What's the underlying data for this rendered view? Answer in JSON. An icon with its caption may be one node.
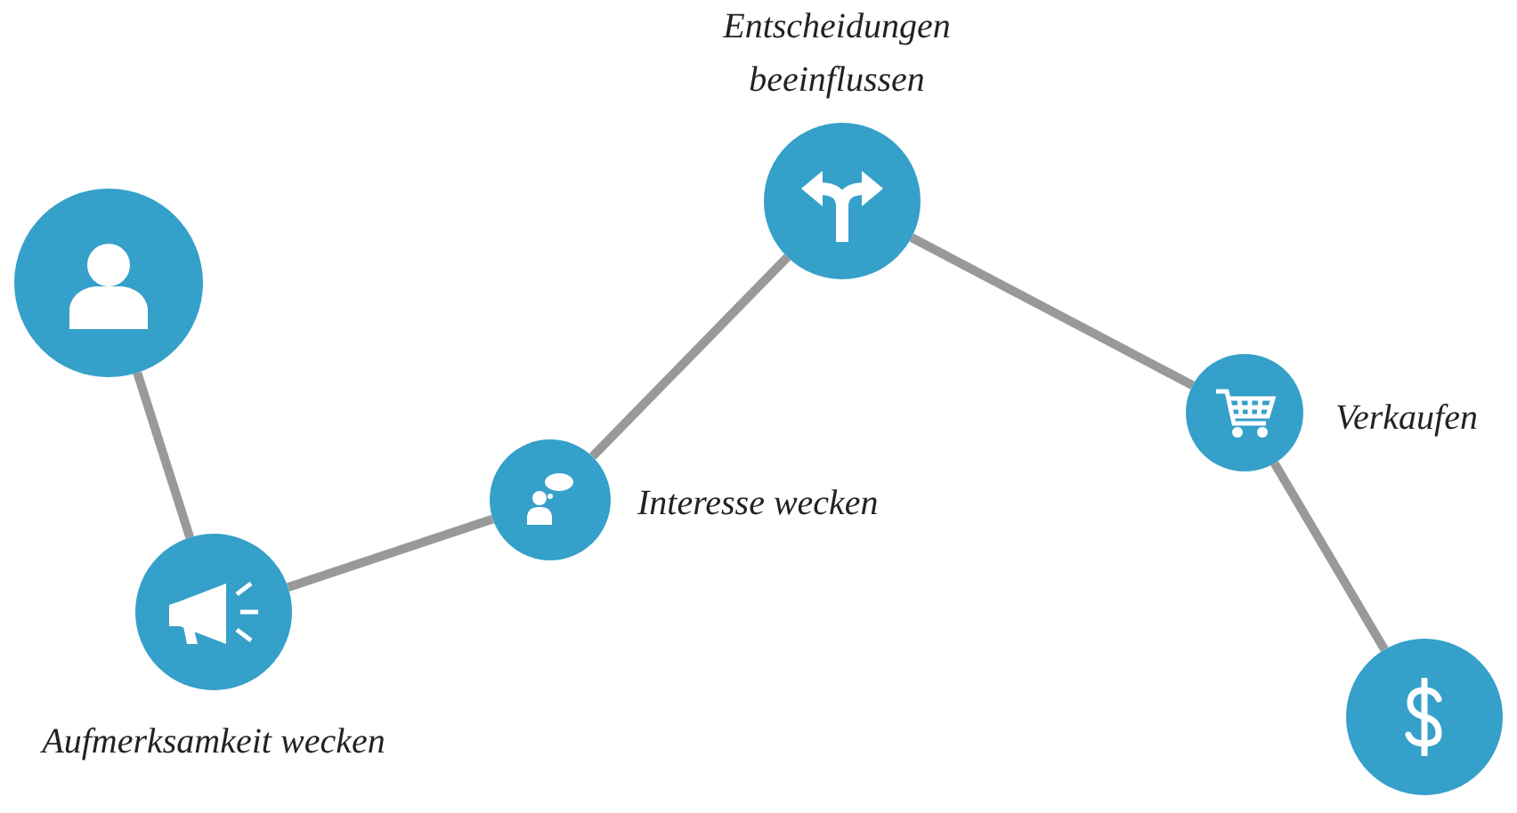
{
  "diagram": {
    "nodes": [
      {
        "text": [],
        "shape": "circle"
      },
      {
        "text": [],
        "shape": "circle",
        "beside": [
          "Aufmerksamkeit wecken"
        ]
      },
      {
        "text": [],
        "shape": "circle",
        "beside": [
          "Interesse wecken"
        ]
      },
      {
        "text": [],
        "shape": "circle",
        "beside": [
          "Entscheidungen beeinflussen"
        ]
      },
      {
        "text": [],
        "shape": "circle",
        "beside": [
          "Verkaufen"
        ]
      },
      {
        "text": [],
        "shape": "circle"
      }
    ],
    "edges": [
      {
        "from": 0,
        "to": 1,
        "arrow": "none"
      },
      {
        "from": 1,
        "to": 2,
        "arrow": "none"
      },
      {
        "from": 2,
        "to": 3,
        "arrow": "none"
      },
      {
        "from": 3,
        "to": 4,
        "arrow": "none"
      },
      {
        "from": 4,
        "to": 5,
        "arrow": "none"
      }
    ]
  }
}
